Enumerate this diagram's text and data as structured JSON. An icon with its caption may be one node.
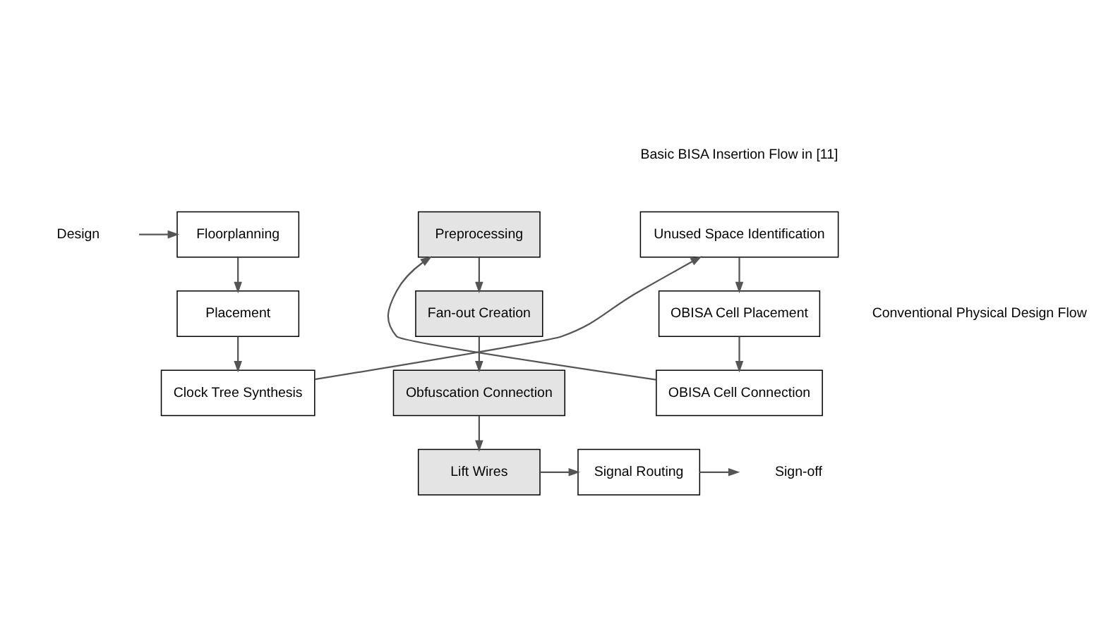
{
  "diagram": {
    "nodes": [
      {
        "text": [
          "Design"
        ]
      },
      {
        "text": [
          "Floorplanning"
        ]
      },
      {
        "text": [
          "Placement"
        ]
      },
      {
        "text": [
          "Clock Tree Synthesis"
        ]
      },
      {
        "text": [
          "Unused Space Identification"
        ]
      },
      {
        "text": [
          "OBISA Cell Placement"
        ]
      },
      {
        "text": [
          "OBISA Cell Connection"
        ]
      },
      {
        "text": [
          "Preprocessing"
        ]
      },
      {
        "text": [
          "Fan-out Creation"
        ]
      },
      {
        "text": [
          "Obfuscation Connection"
        ]
      },
      {
        "text": [
          "Lift Wires"
        ]
      },
      {
        "text": [
          "Signal Routing"
        ]
      },
      {
        "text": [
          "Sign-off"
        ]
      }
    ],
    "edges": [
      {
        "from": 0,
        "to": 1,
        "arrow": "to"
      },
      {
        "from": 1,
        "to": 2,
        "arrow": "to"
      },
      {
        "from": 2,
        "to": 3,
        "arrow": "to"
      },
      {
        "from": 3,
        "to": 4,
        "arrow": "to"
      },
      {
        "from": 4,
        "to": 5,
        "arrow": "to"
      },
      {
        "from": 5,
        "to": 6,
        "arrow": "to"
      },
      {
        "from": 6,
        "to": 7,
        "arrow": "to"
      },
      {
        "from": 7,
        "to": 8,
        "arrow": "to"
      },
      {
        "from": 8,
        "to": 9,
        "arrow": "to"
      },
      {
        "from": 9,
        "to": 10,
        "arrow": "to"
      },
      {
        "from": 10,
        "to": 11,
        "arrow": "to"
      },
      {
        "from": 11,
        "to": 12,
        "arrow": "to"
      }
    ],
    "labels": [
      "Basic BISA Insertion Flow in [11]",
      "Conventional Physical Design Flow"
    ]
  }
}
